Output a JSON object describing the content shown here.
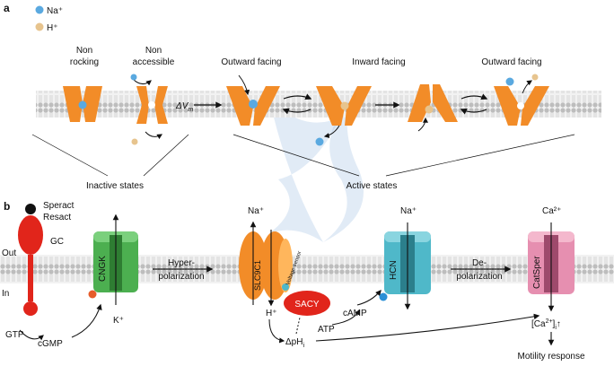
{
  "panel_a": {
    "letter": "a",
    "legend": {
      "na": "Na⁺",
      "h": "H⁺"
    },
    "states": {
      "non_rocking": [
        "Non",
        "rocking"
      ],
      "non_accessible": [
        "Non",
        "accessible"
      ],
      "outward_1": "Outward facing",
      "inward": "Inward facing",
      "outward_2": "Outward facing"
    },
    "dvm": "ΔV",
    "dvm_sub": "m",
    "groups": {
      "inactive": "Inactive states",
      "active": "Active states"
    }
  },
  "panel_b": {
    "letter": "b",
    "speract": [
      "Speract",
      "Resact"
    ],
    "out": "Out",
    "in": "In",
    "gc": "GC",
    "gtp": "GTP",
    "cgmp": "cGMP",
    "cngk": "CNGK",
    "k_ion": "K⁺",
    "hyper": [
      "Hyper-",
      "polarization"
    ],
    "slc": "SLC9C1",
    "voltage_sensor": "Voltage sensor",
    "na_top_1": "Na⁺",
    "h_bottom": "H⁺",
    "sacy": "SACY",
    "atp": "ATP",
    "camp": "cAMP",
    "dph": "ΔpH",
    "dph_sub": "i",
    "hcn": "HCN",
    "na_top_2": "Na⁺",
    "depol": [
      "De-",
      "polarization"
    ],
    "catsper": "CatSper",
    "ca_top": "Ca²⁺",
    "ca_i_prefix": "[Ca",
    "ca_i_sup": "2+",
    "ca_i_suffix": "]",
    "ca_i_sub": "i",
    "ca_i_arrow": "↑",
    "motility": "Motility response"
  },
  "colors": {
    "transporter": "#f28c28",
    "na": "#5aa9e0",
    "h": "#e7c48e",
    "gc": "#e1251b",
    "cngk": "#4caf50",
    "hcn": "#4fb8c9",
    "catsper": "#e68fb0",
    "sacy": "#e1251b"
  }
}
